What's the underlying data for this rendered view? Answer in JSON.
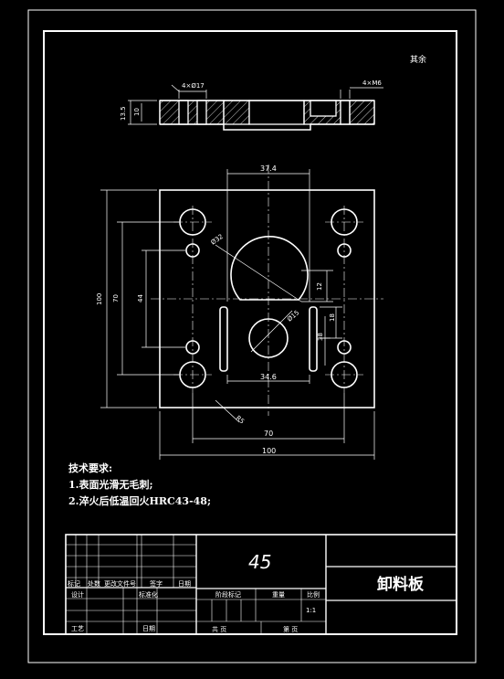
{
  "drawing": {
    "corner_label": "其余",
    "dims": {
      "top_left_callout": "4×Ø17",
      "top_right_callout": "4×M6",
      "side_thickness_outer": "13.5",
      "side_thickness_inner": "10",
      "top_width": "37.4",
      "arc_dia": "Ø32",
      "plate_height": "100",
      "hole_span_v": "70",
      "small_span_v": "44",
      "arc_depth": "12",
      "center_hole_dia": "Ø15",
      "slot_dim_a": "18",
      "slot_dim_b": "38",
      "slot_gap": "34.6",
      "chamfer": "R5",
      "hole_span_h": "70",
      "plate_width": "100"
    },
    "tech_requirements": {
      "title": "技术要求:",
      "items": [
        "1.表面光滑无毛刺;",
        "2.淬火后低温回火HRC43-48;"
      ]
    }
  },
  "title_block": {
    "material": "45",
    "part_name": "卸料板",
    "labels": {
      "mark": "标记",
      "zones": "处数",
      "file_no": "更改文件号",
      "signature": "签字",
      "date": "日期",
      "designer": "设计",
      "standardize": "标准化",
      "stage_mark": "阶段标记",
      "weight": "重量",
      "scale": "比例",
      "scale_value": "1:1",
      "process": "工艺",
      "approve": "日期",
      "sheets_total": "共  页",
      "sheet_no": "第  页"
    }
  }
}
